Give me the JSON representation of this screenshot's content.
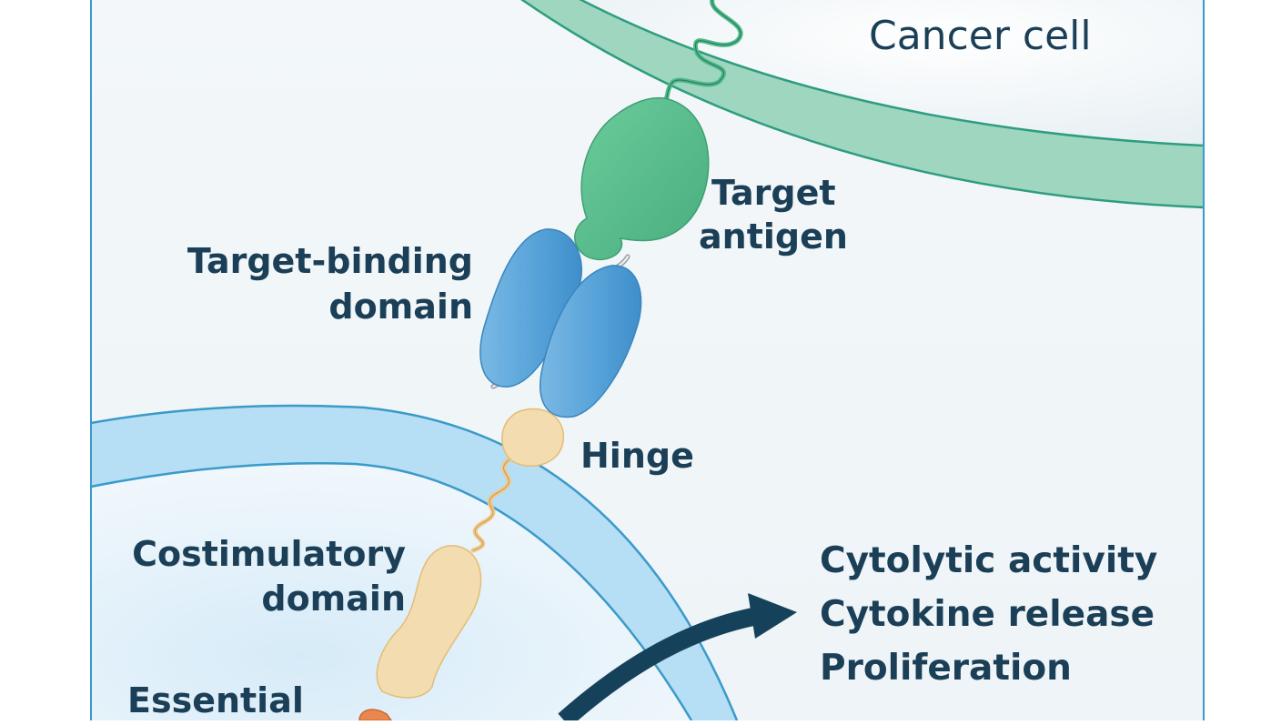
{
  "labels": {
    "cancer_cell": "Cancer cell",
    "target_antigen": [
      "Target",
      "antigen"
    ],
    "target_binding_domain": [
      "Target-binding",
      "domain"
    ],
    "hinge": "Hinge",
    "costimulatory_domain": [
      "Costimulatory",
      "domain"
    ],
    "essential": "Essential"
  },
  "outcomes": [
    "Cytolytic activity",
    "Cytokine release",
    "Proliferation"
  ],
  "colors": {
    "label_text": "#1b3f57",
    "frame": "#3a9ac9",
    "background": "#eef4f7",
    "cancer_membrane": "#9fd6bf",
    "cancer_membrane_edge": "#2e9d7f",
    "t_cell_membrane": "#b6def5",
    "t_cell_membrane_edge": "#3a9ac9",
    "antigen": "#5bbd8e",
    "binding_domain": "#5aa5da",
    "hinge_and_costim": "#f3dcaf",
    "arrow": "#15425a",
    "essential_domain": "#e8874e"
  }
}
